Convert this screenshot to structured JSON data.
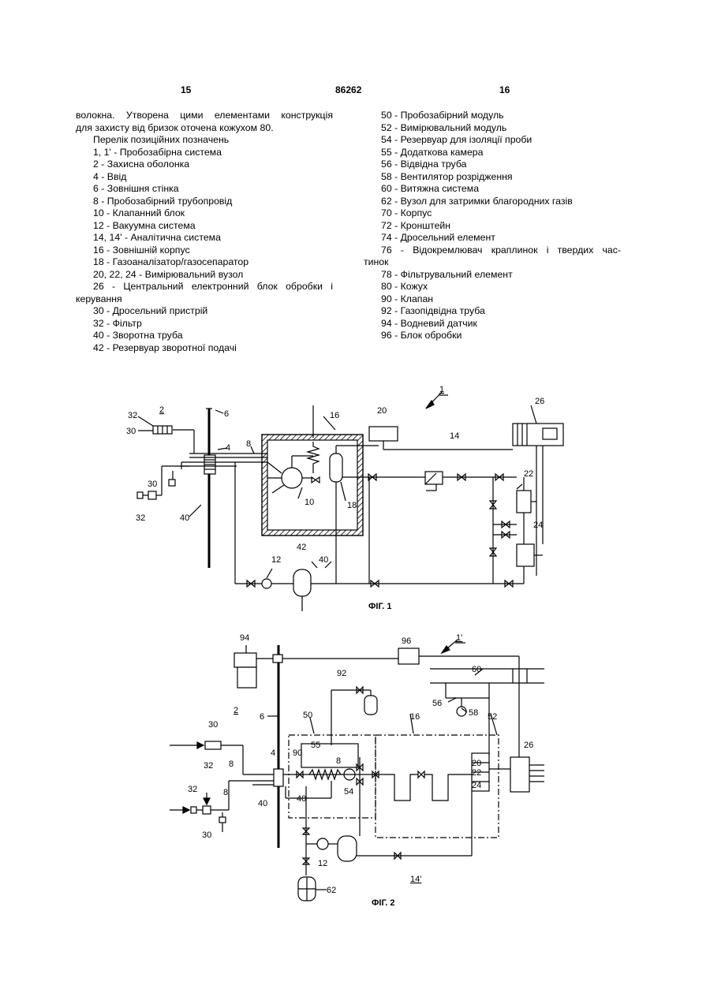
{
  "header": {
    "page_left": "15",
    "doc_number": "86262",
    "page_right": "16"
  },
  "left_column": {
    "intro_1": "волокна. Утворена цими елементами конструкція",
    "intro_2": "для захисту від бризок оточена кожухом 80.",
    "list_heading": "Перелік позиційних позначень",
    "items": [
      "1, 1' - Пробозабірна система",
      "2 - Захисна оболонка",
      "4 - Ввід",
      "6 - Зовнішня стінка",
      "8 - Пробозабірний трубопровід",
      "10 - Клапанний блок",
      "12 - Вакуумна система",
      "14, 14' - Аналітична система",
      "16 - Зовнішній корпус",
      "18 - Газоаналізатор/газосепаратор",
      "20, 22, 24  - Вимірювальний вузол"
    ],
    "item_26_a": "26 - Центральний електронний блок обробки і",
    "item_26_b": "керування",
    "items_tail": [
      "30 - Дросельний пристрій",
      "32 - Фільтр",
      "40 - Зворотна труба",
      "42 - Резервуар зворотної подачі"
    ]
  },
  "right_column": {
    "items": [
      "50 - Пробозабірний модуль",
      "52 - Вимірювальний модуль",
      "54 - Резервуар для ізоляції проби",
      "55 - Додаткова камера",
      "56 - Відвідна труба",
      "58 - Вентилятор розрідження",
      "60 - Витяжна система",
      "62 - Вузол для затримки благородних газів",
      "70 - Корпус",
      "72 - Кронштейн",
      "74 - Дросельний елемент"
    ],
    "item_76_a": "76 - Відокремлювач краплинок і твердих час-",
    "item_76_b": "тинок",
    "items_tail": [
      "78 - Фільтрувальний елемент",
      "80 - Кожух",
      "90 - Клапан",
      "92 - Газопідвідна труба",
      "94 - Водневий датчик",
      "96 - Блок обробки"
    ]
  },
  "figure1": {
    "caption": "ФІГ. 1",
    "labels": {
      "l1": "1",
      "l2": "2",
      "l4": "4",
      "l6": "6",
      "l8": "8",
      "l10": "10",
      "l12": "12",
      "l14": "14",
      "l16": "16",
      "l18": "18",
      "l20": "20",
      "l22": "22",
      "l24": "24",
      "l26": "26",
      "l30a": "30",
      "l30b": "30",
      "l32a": "32",
      "l32b": "32",
      "l40a": "40",
      "l40b": "40",
      "l42": "42"
    }
  },
  "figure2": {
    "caption": "ФІГ. 2",
    "labels": {
      "l1p": "1'",
      "l2": "2",
      "l4": "4",
      "l6": "6",
      "l8a": "8",
      "l8b": "8",
      "l8c": "8",
      "l12": "12",
      "l14p": "14'",
      "l16": "16",
      "l20": "20",
      "l22": "22",
      "l24": "24",
      "l26": "26",
      "l30a": "30",
      "l30b": "30",
      "l32a": "32",
      "l32b": "32",
      "l40a": "40",
      "l40b": "40",
      "l50": "50",
      "l52": "52",
      "l54": "54",
      "l55": "55",
      "l56": "56",
      "l58": "58",
      "l60": "60",
      "l62": "62",
      "l90": "90",
      "l92": "92",
      "l94": "94",
      "l96": "96"
    }
  }
}
